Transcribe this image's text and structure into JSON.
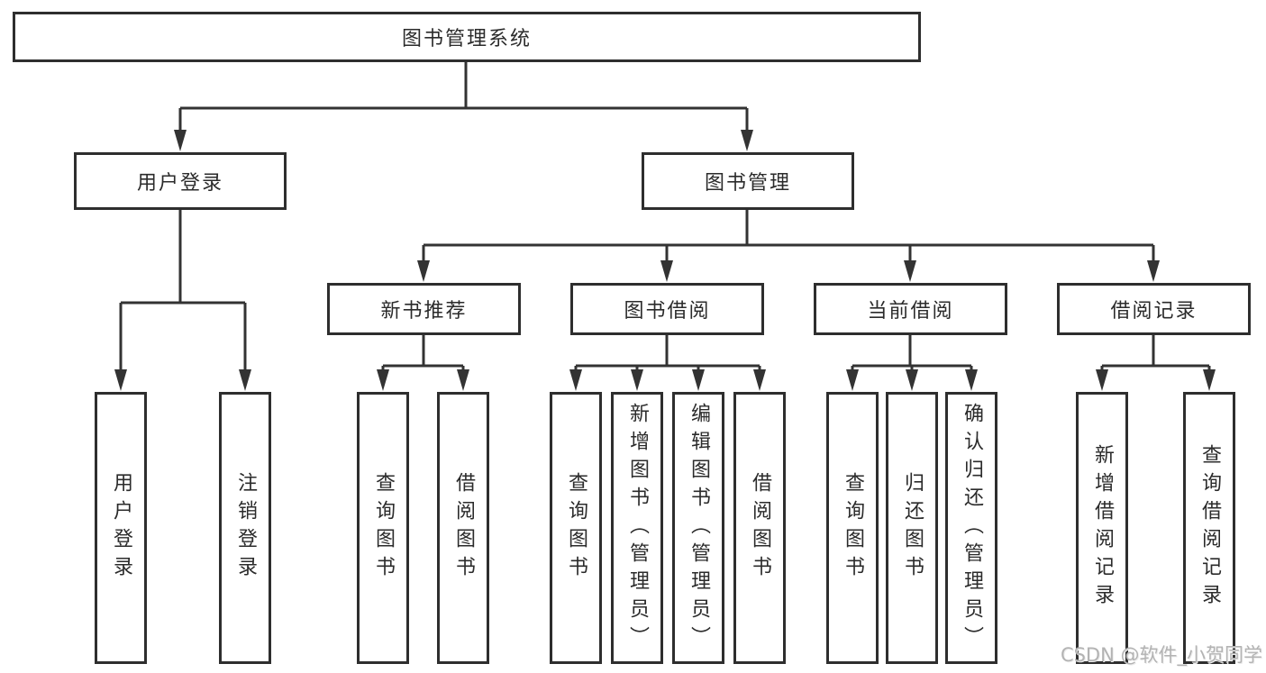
{
  "nodes": {
    "root": "图书管理系统",
    "level2": {
      "user_login": "用户登录",
      "book_mgmt": "图书管理"
    },
    "level3": {
      "new_books": "新书推荐",
      "book_borrow": "图书借阅",
      "current_borrow": "当前借阅",
      "borrow_records": "借阅记录"
    },
    "leaves": {
      "user_login": [
        "用户登录",
        "注销登录"
      ],
      "new_books": [
        "查询图书",
        "借阅图书"
      ],
      "book_borrow": [
        "查询图书",
        "新增图书（管理员）",
        "编辑图书（管理员）",
        "借阅图书"
      ],
      "current_borrow": [
        "查询图书",
        "归还图书",
        "确认归还（管理员）"
      ],
      "borrow_records": [
        "新增借阅记录",
        "查询借阅记录"
      ]
    }
  },
  "watermark": "CSDN @软件_小贺同学",
  "colors": {
    "line": "#333333",
    "box_border": "#2e2e2e",
    "box_background": "#ffffff",
    "text": "#2b2b2b",
    "watermark": "#b3b3b3",
    "page_background": "#ffffff"
  }
}
